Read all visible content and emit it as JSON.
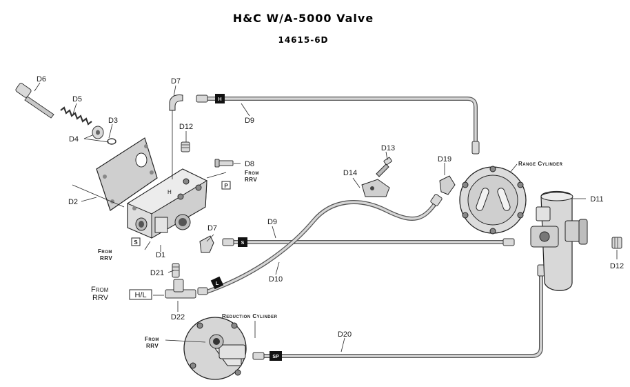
{
  "title": "H&C W/A-5000 Valve",
  "subtitle": "14615-6D",
  "parts": {
    "d1": "D1",
    "d2": "D2",
    "d3": "D3",
    "d4": "D4",
    "d5": "D5",
    "d6": "D6",
    "d7a": "D7",
    "d7b": "D7",
    "d8": "D8",
    "d9a": "D9",
    "d9b": "D9",
    "d10": "D10",
    "d11": "D11",
    "d12a": "D12",
    "d12b": "D12",
    "d13": "D13",
    "d14": "D14",
    "d19": "D19",
    "d20": "D20",
    "d21": "D21",
    "d22": "D22"
  },
  "callouts": {
    "range_cylinder": "Range Cylinder",
    "reduction_cylinder": "Reduction Cylinder",
    "from_rrv_1": "From",
    "from_rrv_1b": "RRV",
    "from_rrv_2": "From",
    "from_rrv_2b": "RRV",
    "from_rrv_3": "From",
    "from_rrv_3b": "RRV",
    "from_rrv_4": "From",
    "from_rrv_4b": "RRV"
  },
  "port_tags": {
    "h_tag": "H",
    "s_tag": "S",
    "l_tag": "L",
    "sp_tag": "SP",
    "h_block": "H",
    "s_box": "S",
    "p_box": "P",
    "hl_box": "H/L"
  },
  "colors": {
    "line": "#1a1a1a",
    "hose_outer": "#555555",
    "hose_inner": "#d6d6d6",
    "metal": "#d9d9d9"
  }
}
